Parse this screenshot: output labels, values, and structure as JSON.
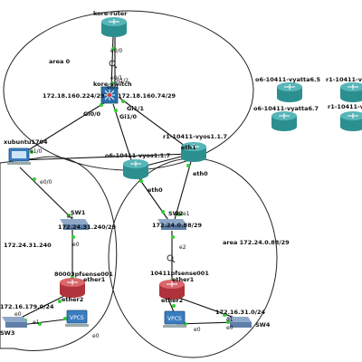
{
  "areas": {
    "area0": "area 0",
    "area_left": "172.24.31.240",
    "area_right": "area 172.24.0.88/29"
  },
  "devices": {
    "kore_ruter": "kore-ruter",
    "kore_switch": "kore-switch",
    "xubuntu": "xubuntu1704",
    "o6_vyos": "o6-10411-vyos1.1.7",
    "r1_vyos": "r1-10411-vyos1.1.7",
    "o6_vyatta65": "o6-10411-vyatta6.5",
    "o6_vyatta67": "o6-10411-vyatta6.7",
    "r1_vyatta_top": "r1-10411-vy",
    "r1_vyatta_bottom": "r1-10411-v",
    "sw1": "SW1",
    "sw2": "SW2",
    "sw3": "SW3",
    "sw4": "SW4",
    "pfsense_left": "80003pfsense001",
    "pfsense_right": "10411pfsense001",
    "pc_left": "VPCS",
    "pc_right": "VPCS"
  },
  "interfaces": {
    "ruter_e0_0": "e0/0",
    "ruter_e0_1": "e0/1",
    "switch_top": "Gi1/2",
    "switch_e0_1": "e0/1",
    "switch_gi00": "Gi0/0",
    "switch_gi11": "Gi1/1",
    "switch_gi10": "Gi1/0",
    "xubuntu_e10": "e1/0",
    "xubuntu_e00": "e0/0",
    "r1_eth1": "eth1",
    "r1_eth0": "eth0",
    "o6_eth0": "eth0",
    "sw1_e1": "e1",
    "sw1_e0": "e0",
    "sw2_e0": "e0",
    "sw2_e1": "e1",
    "sw2_e2": "e2",
    "pf_left_ether1": "ether1",
    "pf_left_ether2": "ether2",
    "pf_right_ether1": "ether1",
    "pf_right_ether2": "ether2",
    "sw3_e0": "e0",
    "sw3_e1": "e1",
    "pc_left_e0": "e0",
    "pc_right_e0": "e0",
    "sw4_e1": "e1",
    "sw4_e0": "e0"
  },
  "subnets": {
    "left_switch": "172.18.160.224/29",
    "right_switch": "172.18.160.74/29",
    "sw1": "172.24.31.240/29",
    "sw3": "172.16.179.0/24",
    "sw2": "172.24.0.88/29",
    "sw4": "172.16.31.0/24"
  },
  "colors": {
    "router": "#2b8f8f",
    "router_top": "#58b5b8",
    "link_dot": "#33cc33",
    "pfsense": "#c0392b"
  }
}
